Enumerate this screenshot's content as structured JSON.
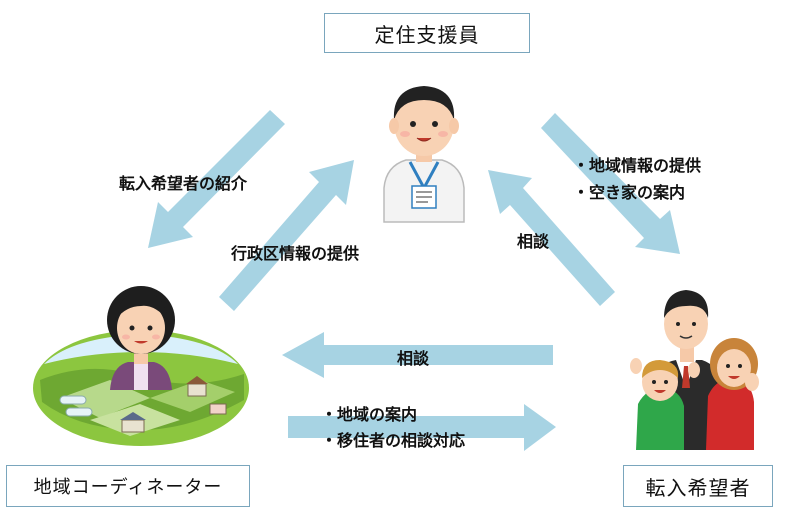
{
  "roles": {
    "support_staff": "定住支援員",
    "coordinator": "地域コーディネーター",
    "applicant": "転入希望者"
  },
  "labels": {
    "referral": "転入希望者の紹介",
    "admin_info": "行政区情報の提供",
    "regional_info": "・地域情報の提供",
    "vacant_house": "・空き家の案内",
    "consult_right": "相談",
    "consult_bottom": "相談",
    "area_guide": "・地域の案内",
    "settler_consult": "・移住者の相談対応"
  },
  "colors": {
    "arrow": "#a7d3e3",
    "box_border": "#7aa6bd"
  }
}
